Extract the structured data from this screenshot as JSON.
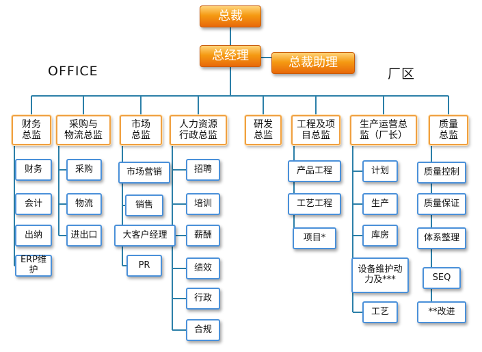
{
  "top": {
    "president": "总裁",
    "gm": "总经理",
    "assistant": "总裁助理"
  },
  "regions": {
    "office": "OFFICE",
    "plant": "厂区"
  },
  "directors": [
    {
      "label": "财务\n总监",
      "subs": [
        "财务",
        "会计",
        "出纳",
        "ERP维护"
      ]
    },
    {
      "label": "采购与\n物流总监",
      "subs": [
        "采购",
        "物流",
        "进出口"
      ]
    },
    {
      "label": "市场\n总监",
      "subs": [
        "市场营销",
        "销售",
        "大客户经理",
        "PR"
      ]
    },
    {
      "label": "人力资源\n行政总监",
      "subs": [
        "招聘",
        "培训",
        "薪酬",
        "绩效",
        "行政",
        "合规"
      ]
    },
    {
      "label": "研发\n总监",
      "subs": []
    },
    {
      "label": "工程及项\n目总监",
      "subs": [
        "产品工程",
        "工艺工程",
        "项目*"
      ]
    },
    {
      "label": "生产运营总\n监（厂长）",
      "subs": [
        "计划",
        "生产",
        "库房",
        "设备维护动\n力及***",
        "工艺"
      ]
    },
    {
      "label": "质量\n总监",
      "subs": [
        "质量控制",
        "质量保证",
        "体系整理",
        "SEQ",
        "**改进"
      ]
    }
  ],
  "colors": {
    "exec": "#f08a1a",
    "director_border": "#f0a040",
    "sub_border": "#4a90d9",
    "line": "#2b7fa8"
  }
}
